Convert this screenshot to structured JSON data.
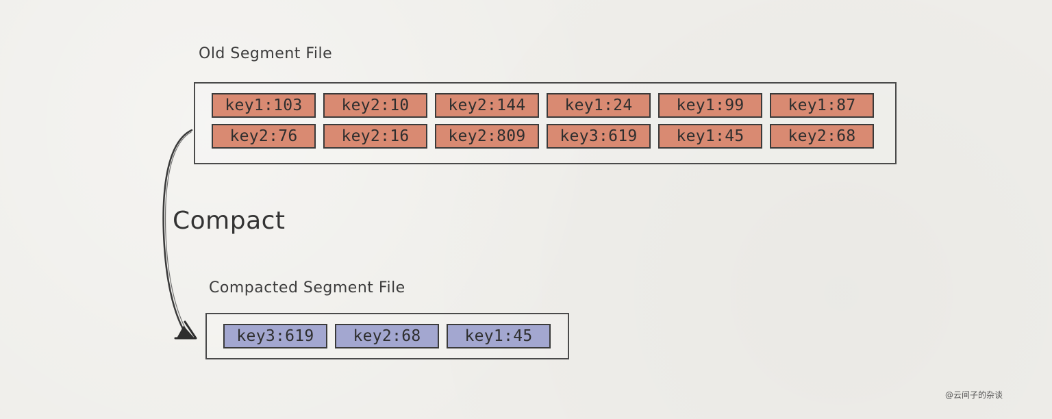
{
  "old_segment": {
    "title": "Old Segment File",
    "records": [
      "key1:103",
      "key2:10",
      "key2:144",
      "key1:24",
      "key1:99",
      "key1:87",
      "key2:76",
      "key2:16",
      "key2:809",
      "key3:619",
      "key1:45",
      "key2:68"
    ]
  },
  "compact_label": "Compact",
  "new_segment": {
    "title": "Compacted Segment File",
    "records": [
      "key3:619",
      "key2:68",
      "key1:45"
    ]
  },
  "watermark": "@云间子的杂谈",
  "colors": {
    "old_record": "#d98a72",
    "new_record": "#a3a7d0",
    "outline": "#3a3a3a",
    "background": "#efeeea"
  }
}
